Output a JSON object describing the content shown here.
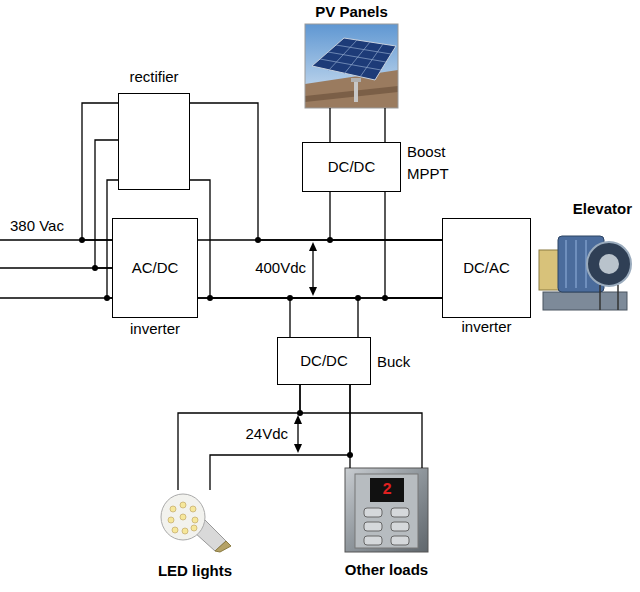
{
  "diagram": {
    "nodes": [
      {
        "text": [
          "PV Panels"
        ]
      },
      {
        "text": [
          "rectifier"
        ]
      },
      {
        "text": [
          "DC/DC",
          "Boost MPPT"
        ]
      },
      {
        "text": [
          "Elevator"
        ]
      },
      {
        "text": [
          "AC/DC",
          "inverter"
        ]
      },
      {
        "text": [
          "DC/AC",
          "inverter"
        ]
      },
      {
        "text": [
          "DC/DC",
          "Buck"
        ]
      },
      {
        "text": [
          "LED lights"
        ]
      },
      {
        "text": [
          "Other loads"
        ]
      }
    ],
    "edges": [
      {
        "from": 0,
        "to": 2,
        "arrow": "none"
      },
      {
        "from": 1,
        "to": 4,
        "arrow": "none"
      },
      {
        "from": 1,
        "to": 5,
        "arrow": "none"
      },
      {
        "from": 2,
        "to": 5,
        "arrow": "none"
      },
      {
        "from": 4,
        "to": 5,
        "arrow": "none"
      },
      {
        "from": 4,
        "to": 6,
        "arrow": "none"
      },
      {
        "from": 6,
        "to": 7,
        "arrow": "none"
      },
      {
        "from": 6,
        "to": 8,
        "arrow": "none"
      }
    ],
    "labels": [
      "380 Vac",
      "400Vdc",
      "24Vdc",
      "2"
    ]
  }
}
